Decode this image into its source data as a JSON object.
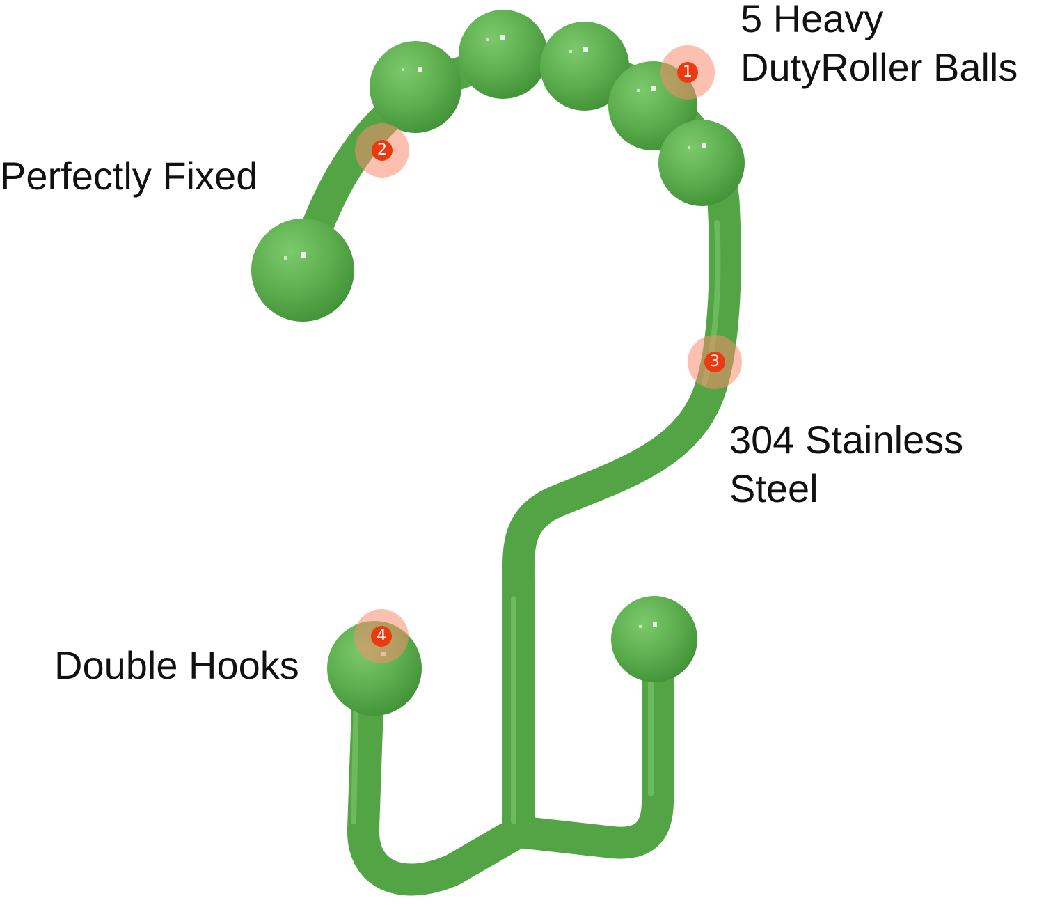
{
  "product": {
    "name": "shower-curtain-hook",
    "color": "#5cad4e",
    "shade_color": "#3f8f35",
    "highlight_color": "#8fd07f"
  },
  "callouts": [
    {
      "number": "1",
      "lines": [
        "5 Heavy",
        "DutyRoller Balls"
      ]
    },
    {
      "number": "2",
      "lines": [
        "Perfectly Fixed"
      ]
    },
    {
      "number": "3",
      "lines": [
        "304 Stainless",
        "Steel"
      ]
    },
    {
      "number": "4",
      "lines": [
        "Double Hooks"
      ]
    }
  ],
  "marker_colors": {
    "halo": "#f88c6e",
    "dot": "#ea3a12"
  }
}
